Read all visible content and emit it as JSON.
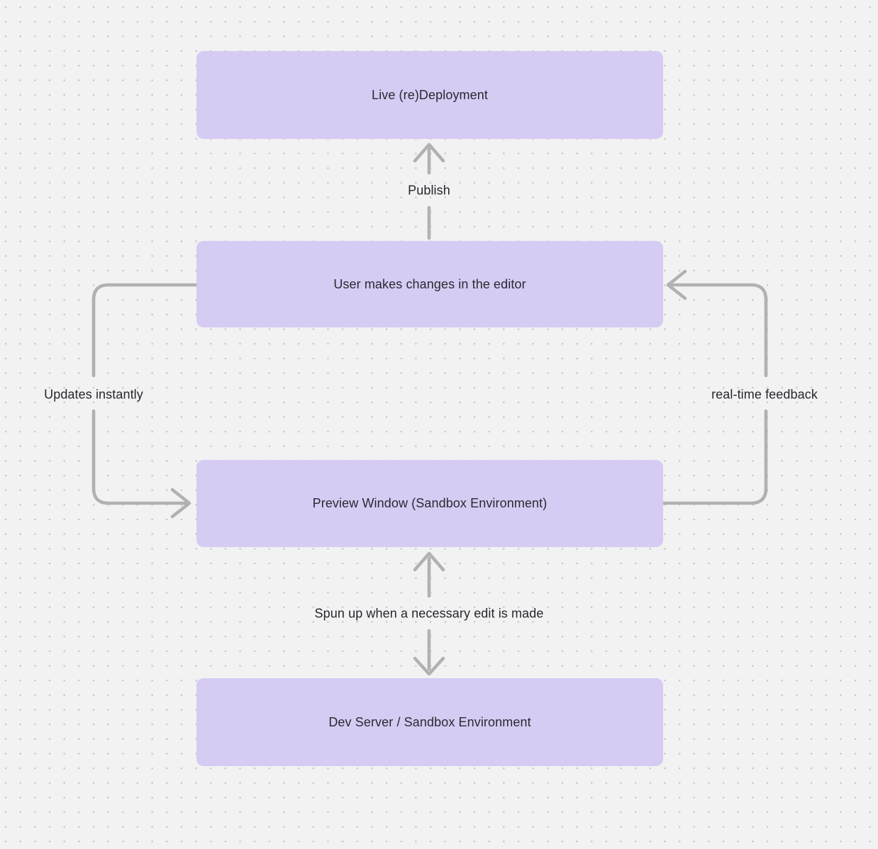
{
  "diagram": {
    "title": "Editor preview and deployment flow",
    "background_color": "#f2f2f3",
    "dot_grid_color": "#c4c4c8",
    "node_fill_color": "#d6cbf3",
    "arrow_color": "#b1b1b1",
    "text_color": "#2a2a31"
  },
  "nodes": [
    {
      "id": "live-redeployment",
      "label": "Live (re)Deployment"
    },
    {
      "id": "user-changes",
      "label": "User makes changes in the editor"
    },
    {
      "id": "preview-window",
      "label": "Preview Window (Sandbox Environment)"
    },
    {
      "id": "dev-server",
      "label": "Dev Server / Sandbox Environment"
    }
  ],
  "edges": [
    {
      "id": "publish",
      "label": "Publish",
      "from": "user-changes",
      "to": "live-redeployment"
    },
    {
      "id": "updates-instantly",
      "label": "Updates instantly",
      "from": "user-changes",
      "to": "preview-window"
    },
    {
      "id": "real-time-feedback",
      "label": "real-time feedback",
      "from": "preview-window",
      "to": "user-changes"
    },
    {
      "id": "spun-up",
      "label": "Spun up when a necessary edit is made",
      "from": "preview-window",
      "to": "dev-server"
    }
  ]
}
